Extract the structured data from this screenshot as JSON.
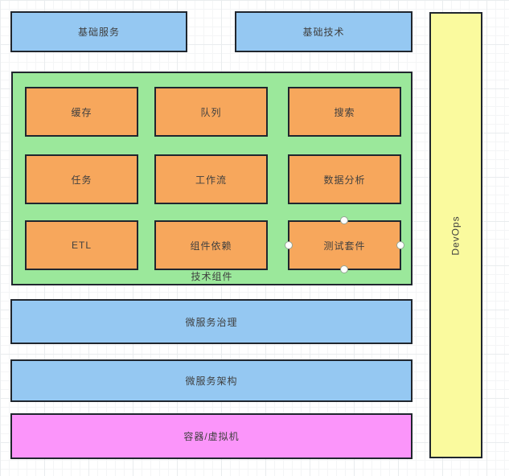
{
  "diagram": {
    "top_services": {
      "label": "基础服务"
    },
    "top_technology": {
      "label": "基础技术"
    },
    "tech_components": {
      "label": "技术组件",
      "items": [
        {
          "label": "缓存"
        },
        {
          "label": "队列"
        },
        {
          "label": "搜索"
        },
        {
          "label": "任务"
        },
        {
          "label": "工作流"
        },
        {
          "label": "数据分析"
        },
        {
          "label": "ETL"
        },
        {
          "label": "组件依赖"
        },
        {
          "label": "测试套件",
          "selected": true
        }
      ]
    },
    "layers": [
      {
        "label": "微服务治理"
      },
      {
        "label": "微服务架构"
      },
      {
        "label": "容器/虚拟机"
      }
    ],
    "devops": {
      "label": "DevOps"
    }
  },
  "colors": {
    "blue_fill": "#95c8f2",
    "green_fill": "#9be89b",
    "orange_fill": "#f7a75c",
    "yellow_fill": "#fafa9e",
    "pink_fill": "#fb95fa",
    "stroke": "#20262e",
    "grid_line": "#e9ecee",
    "handle_fill": "#ffffff"
  }
}
